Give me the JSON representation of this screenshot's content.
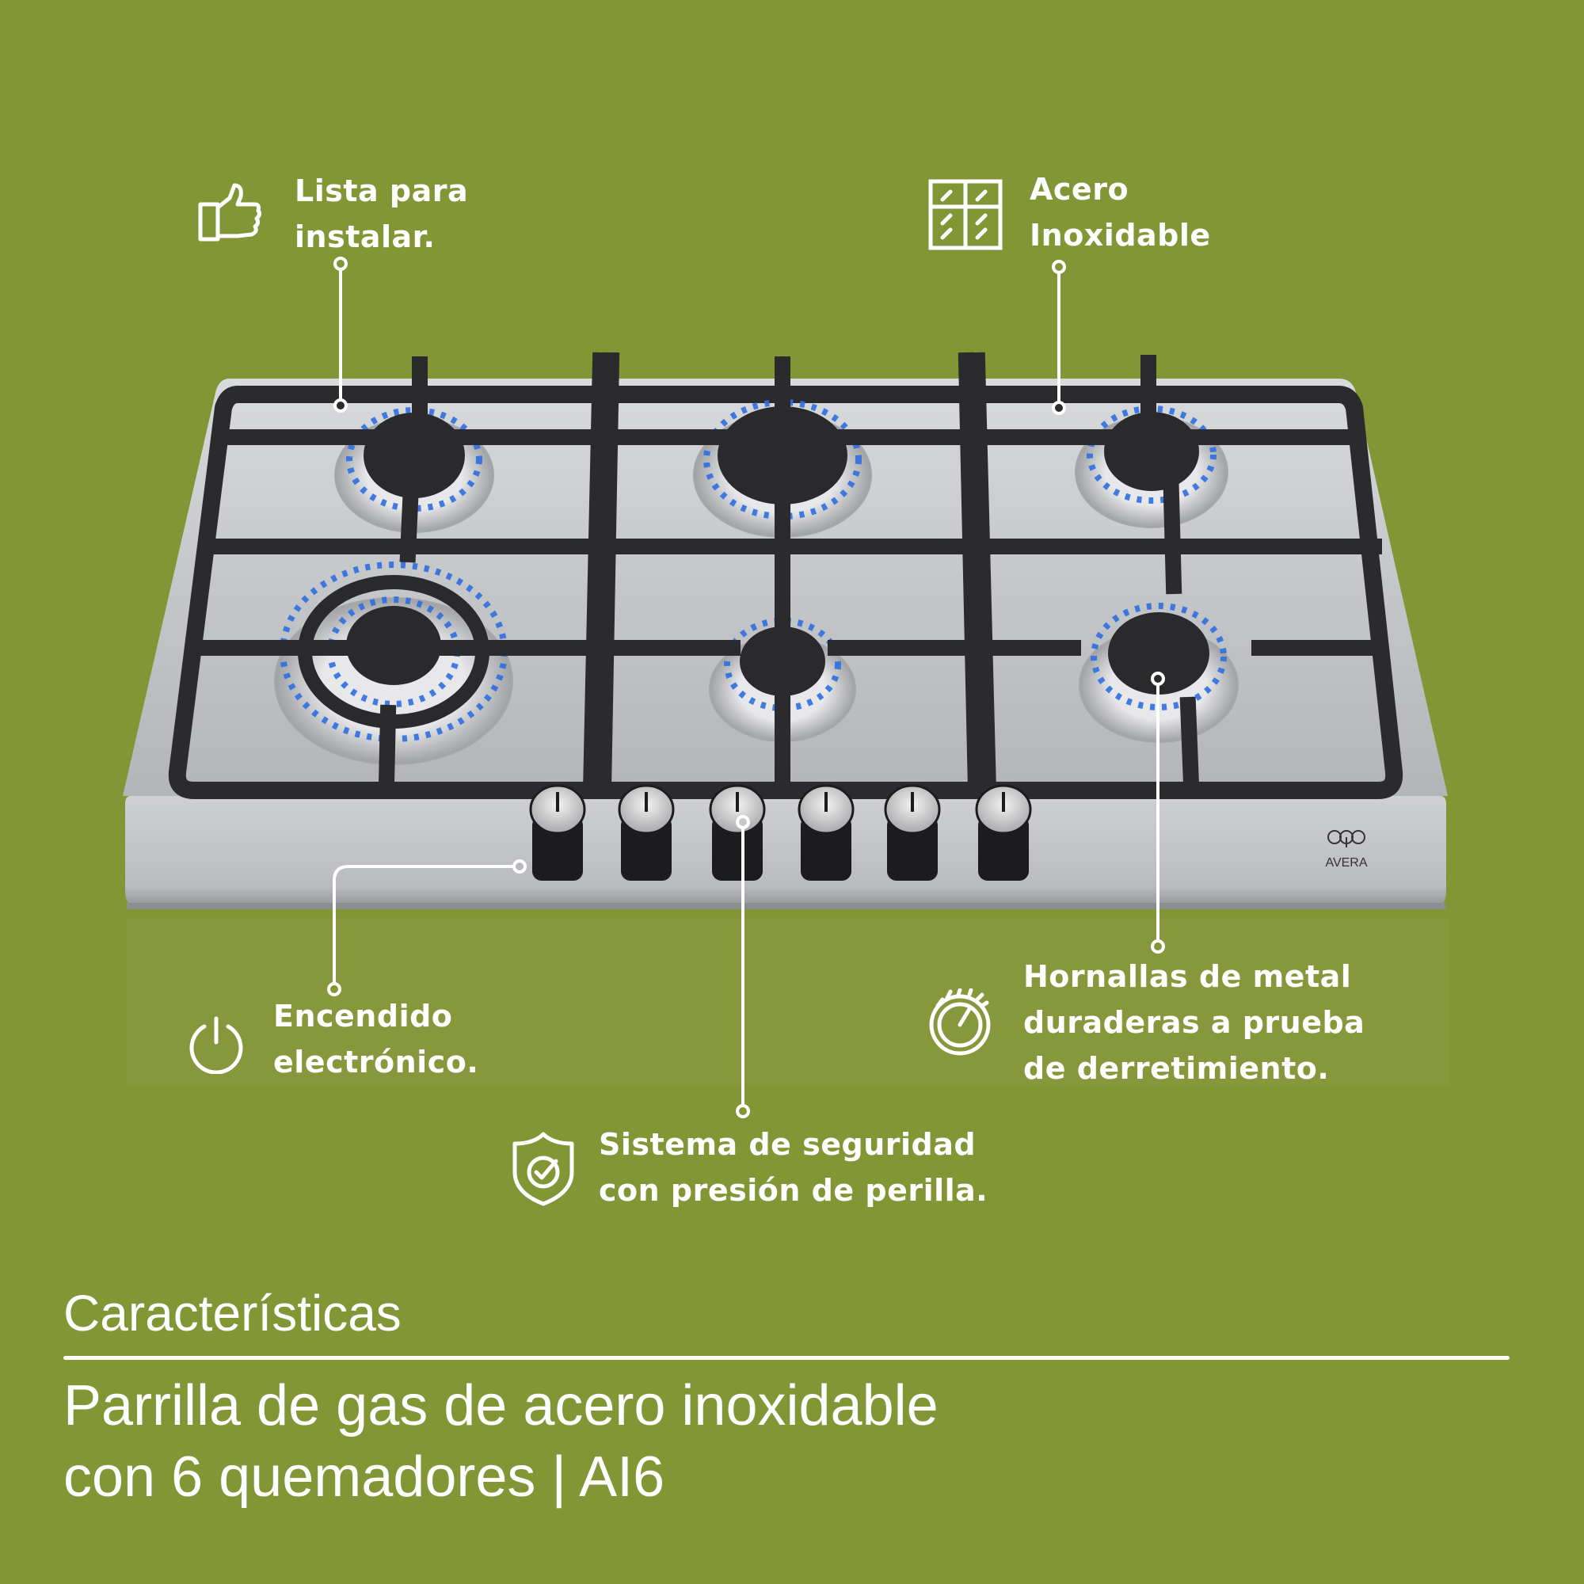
{
  "colors": {
    "background": "#839636",
    "text": "#ffffff",
    "steel": "#c9cbcf",
    "steel_dark": "#9a9ca0",
    "grate": "#2b2b2d",
    "flame": "#2f6fe0"
  },
  "features": [
    {
      "id": "ready-to-install",
      "icon": "thumbs-up-icon",
      "lines": [
        "Lista para",
        "instalar."
      ]
    },
    {
      "id": "stainless-steel",
      "icon": "steel-panel-icon",
      "lines": [
        "Acero",
        "Inoxidable"
      ]
    },
    {
      "id": "electronic-ignition",
      "icon": "power-icon",
      "lines": [
        "Encendido",
        "electrónico."
      ]
    },
    {
      "id": "safety-system",
      "icon": "shield-check-icon",
      "lines": [
        "Sistema de seguridad",
        "con presión de perilla."
      ]
    },
    {
      "id": "metal-burners",
      "icon": "dial-gauge-icon",
      "lines": [
        "Hornallas de metal",
        "duraderas a prueba",
        "de derretimiento."
      ]
    }
  ],
  "product": {
    "brand": "AVERA",
    "burner_count": 6,
    "knob_count": 6
  },
  "footer": {
    "section_label": "Características",
    "title_lines": [
      "Parrilla de gas de acero inoxidable",
      "con 6 quemadores | AI6"
    ]
  }
}
